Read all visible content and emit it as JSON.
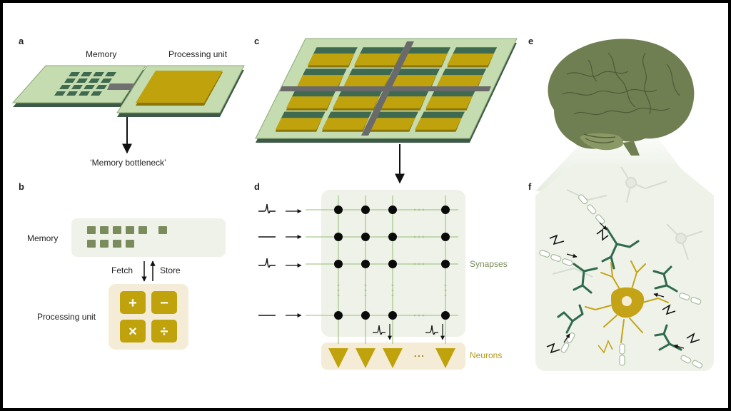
{
  "panels": {
    "a": {
      "letter": "a",
      "memory_label": "Memory",
      "processing_label": "Processing unit",
      "bottleneck_label": "‘Memory bottleneck’"
    },
    "b": {
      "letter": "b",
      "memory_label": "Memory",
      "fetch_label": "Fetch",
      "store_label": "Store",
      "processing_label": "Processing unit",
      "operators": [
        "+",
        "−",
        "×",
        "÷"
      ]
    },
    "c": {
      "letter": "c"
    },
    "d": {
      "letter": "d",
      "synapses_label": "Synapses",
      "neurons_label": "Neurons",
      "ellipsis": "⋯"
    },
    "e": {
      "letter": "e"
    },
    "f": {
      "letter": "f"
    }
  },
  "colors": {
    "board": "#c5dcb0",
    "dark_green": "#3f6a4f",
    "chip_gold": "#bfa20c",
    "chip_dark": "#8a7506",
    "wire_gray": "#707070",
    "brain": "#6f7f52",
    "memory_block": "#7a8c5c",
    "neuron_gold": "#c4a416",
    "synapse_panel": "#eef2e8",
    "neuron_panel": "#f4ecd6"
  }
}
